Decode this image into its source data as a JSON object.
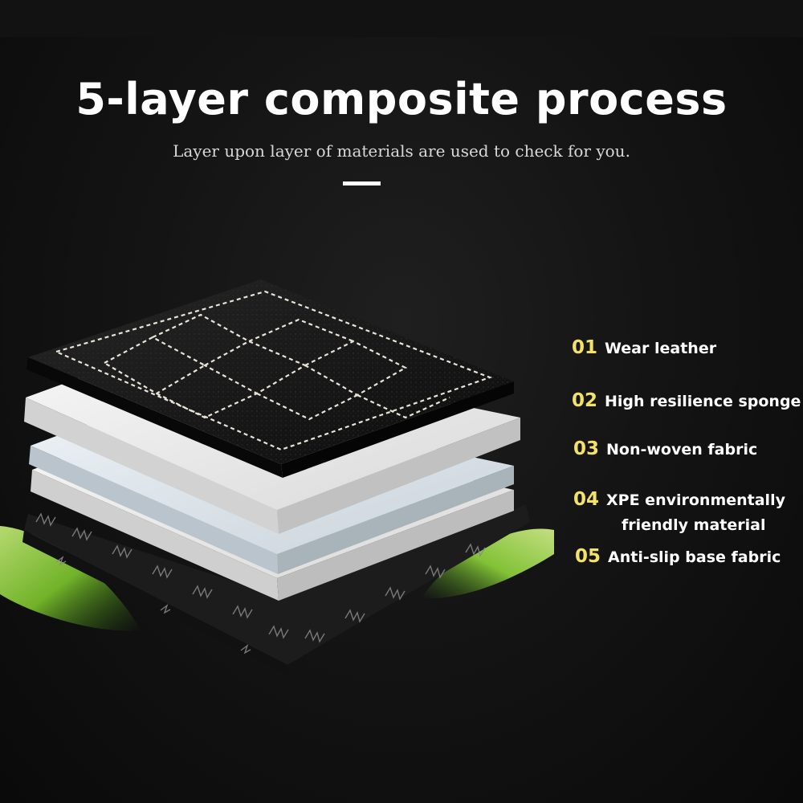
{
  "header": {
    "title": "5-layer composite process",
    "subtitle": "Layer upon layer of materials are used to check for you."
  },
  "layers": [
    {
      "number": "01",
      "label": "Wear leather"
    },
    {
      "number": "02",
      "label": "High resilience sponge"
    },
    {
      "number": "03",
      "label": "Non-woven fabric"
    },
    {
      "number": "04",
      "label": "XPE environmentally",
      "label_line2": "friendly material"
    },
    {
      "number": "05",
      "label": "Anti-slip base fabric"
    }
  ],
  "colors": {
    "background": "#141414",
    "number_accent": "#f3e26a",
    "leaf_green": "#8fd53a",
    "stitch": "#e8e4d8",
    "leather": "#151515",
    "sponge": "#f2f2f2"
  }
}
